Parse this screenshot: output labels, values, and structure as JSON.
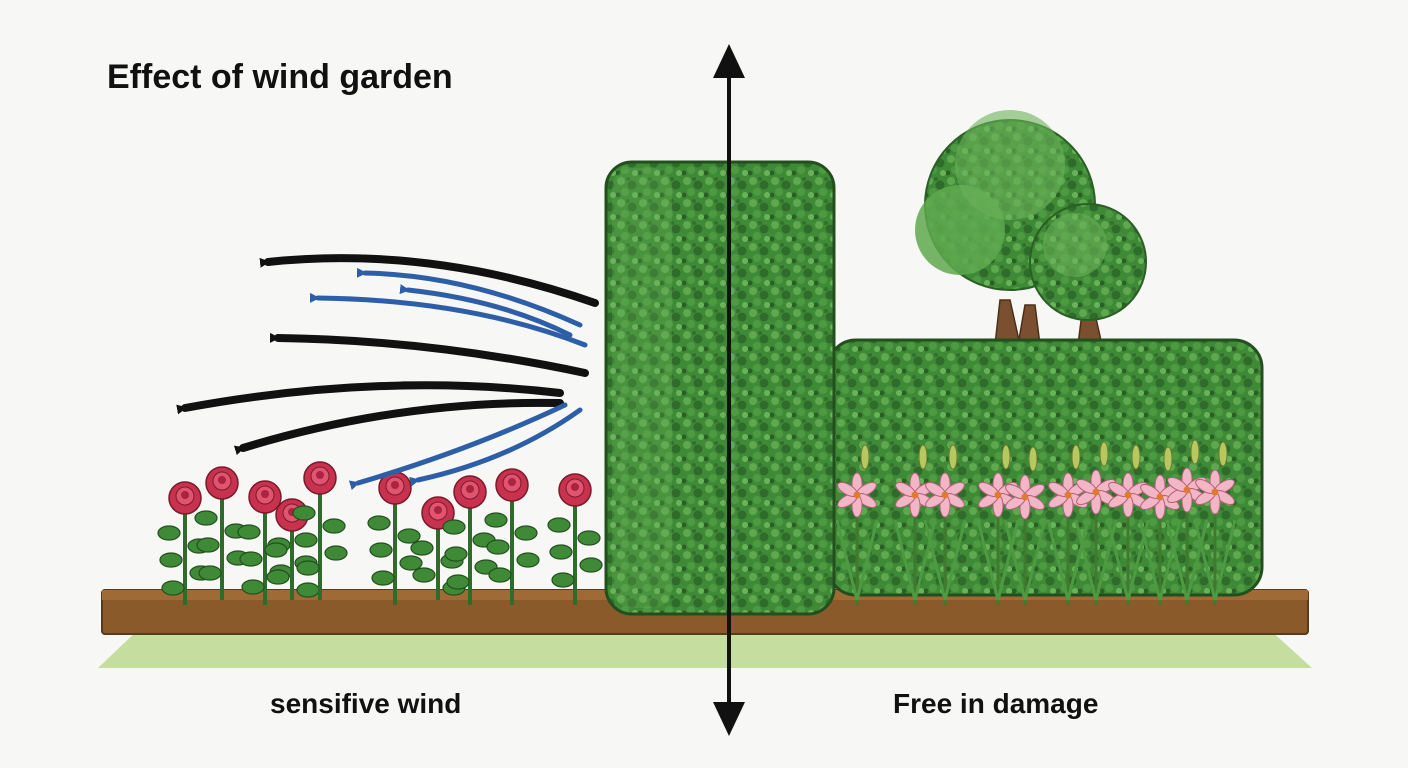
{
  "title": "Effect of wind garden",
  "left_caption": "sensifive wind",
  "right_caption": "Free in damage",
  "colors": {
    "background": "#f7f7f5",
    "hedge_dark": "#2f6b2a",
    "hedge_mid": "#3f8a36",
    "hedge_light": "#5fa84f",
    "soil": "#8b5a2b",
    "grass": "#c5dea0",
    "wind_black": "#111111",
    "wind_blue": "#2d5fa8",
    "rose": "#c8324f",
    "lily": "#f2b6c6",
    "trunk": "#7a5030"
  },
  "icons": [
    "rose-icon",
    "lily-icon",
    "tree-icon",
    "hedge-icon",
    "wind-arrow-icon",
    "double-arrow-icon"
  ]
}
